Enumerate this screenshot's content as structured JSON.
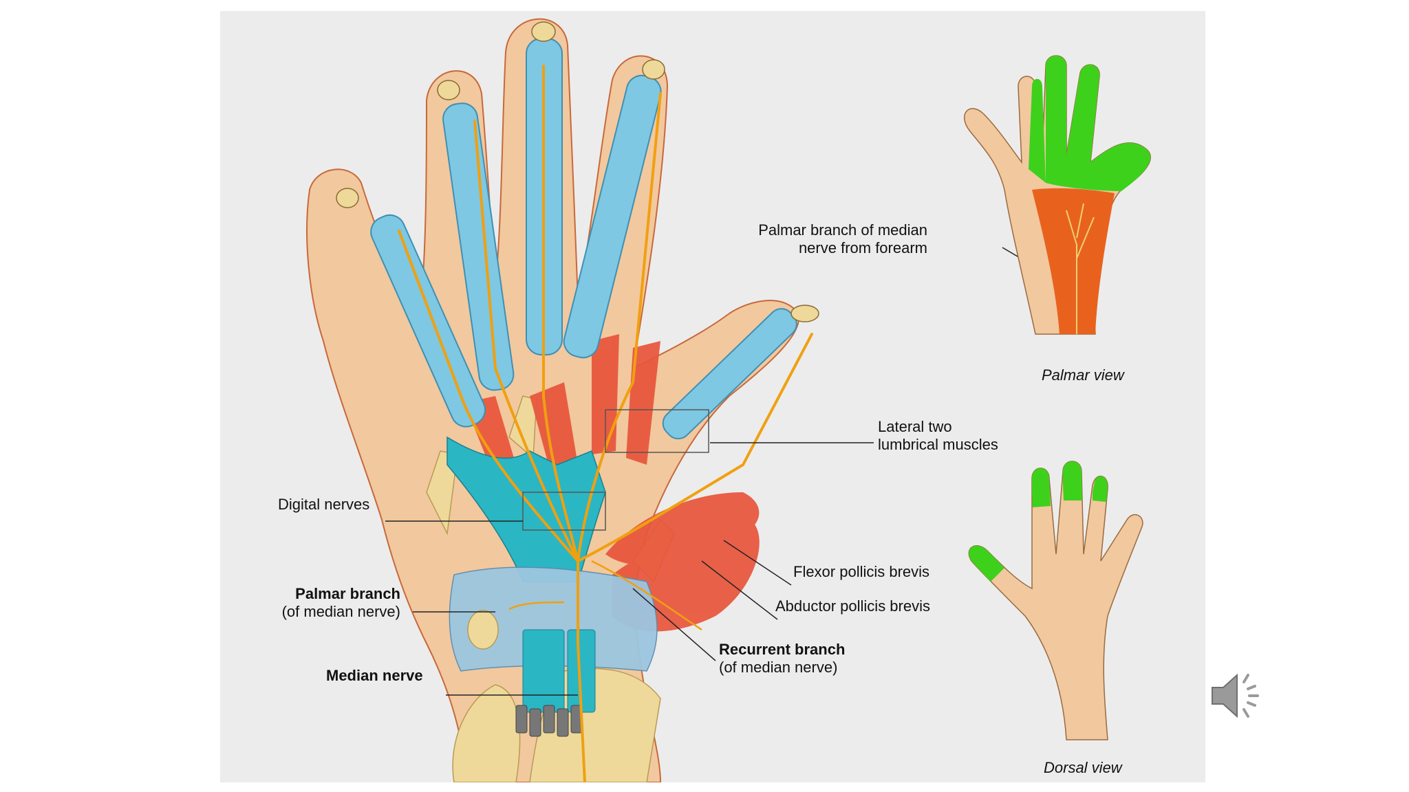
{
  "labels": {
    "palmar_branch_forearm": [
      "Palmar branch of median",
      "nerve from forearm"
    ],
    "lateral_lumbricals": [
      "Lateral two",
      "lumbrical muscles"
    ],
    "digital_nerves": "Digital nerves",
    "flexor_pollicis_brevis": "Flexor pollicis brevis",
    "abductor_pollicis_brevis": "Abductor pollicis brevis",
    "palmar_branch": [
      "Palmar branch",
      "(of median nerve)"
    ],
    "recurrent_branch": [
      "Recurrent branch",
      "(of median nerve)"
    ],
    "median_nerve": "Median nerve",
    "palmar_view": "Palmar view",
    "dorsal_view": "Dorsal view"
  },
  "icons": {
    "audio": "speaker-icon"
  },
  "colors": {
    "skin": "#f2c89e",
    "tendon_sheath": "#7ec8e3",
    "retinaculum": "#2bb6c4",
    "muscle": "#e8553b",
    "nerve": "#f0a010",
    "bone": "#eed99a",
    "median_area_palmar": "#e8621e",
    "median_area_green": "#3ed11c"
  }
}
